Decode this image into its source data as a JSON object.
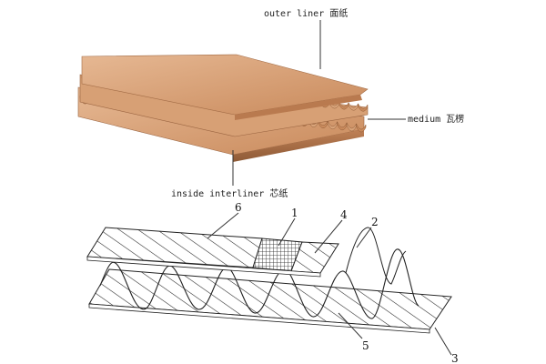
{
  "top_diagram": {
    "labels": {
      "outer_liner": "outer liner 面纸",
      "medium": "medium 瓦楞",
      "inside_interliner": "inside interliner 芯纸"
    },
    "colors": {
      "board_light": "#d9a47a",
      "board_mid": "#c98a5c",
      "board_dark": "#8e5a36"
    }
  },
  "bottom_diagram": {
    "callouts": [
      "6",
      "1",
      "4",
      "2",
      "5",
      "3"
    ]
  }
}
